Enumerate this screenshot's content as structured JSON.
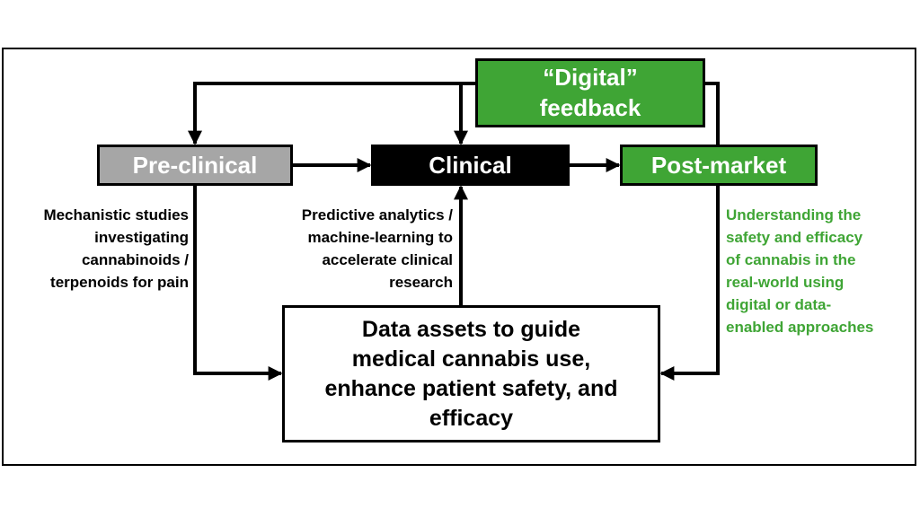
{
  "diagram": {
    "nodes": {
      "digital_feedback": {
        "label": "“Digital”\nfeedback",
        "color": "#3fa535"
      },
      "pre_clinical": {
        "label": "Pre-clinical",
        "color": "#a6a6a6"
      },
      "clinical": {
        "label": "Clinical",
        "color": "#000000"
      },
      "post_market": {
        "label": "Post-market",
        "color": "#3fa535"
      },
      "data_assets": {
        "label": "Data assets to guide\nmedical cannabis use,\nenhance patient safety, and\nefficacy",
        "color": "#ffffff"
      }
    },
    "annotations": {
      "pre_clinical": "Mechanistic studies\ninvestigating\ncannabinoids /\nterpenoids for pain",
      "clinical": "Predictive analytics /\nmachine-learning to\naccelerate clinical\nresearch",
      "post_market": "Understanding the\nsafety and efficacy\nof cannabis in the\nreal-world using\ndigital or data-\nenabled approaches"
    },
    "annotation_colors": {
      "default": "#000000",
      "post_market": "#3fa535"
    },
    "edges": [
      {
        "from": "pre_clinical",
        "to": "clinical"
      },
      {
        "from": "clinical",
        "to": "post_market"
      },
      {
        "from": "post_market",
        "to": "pre_clinical",
        "via": "digital_feedback"
      },
      {
        "from": "digital_feedback",
        "to": "clinical"
      },
      {
        "from": "pre_clinical",
        "to": "data_assets"
      },
      {
        "from": "post_market",
        "to": "data_assets"
      },
      {
        "from": "data_assets",
        "to": "clinical"
      }
    ]
  }
}
